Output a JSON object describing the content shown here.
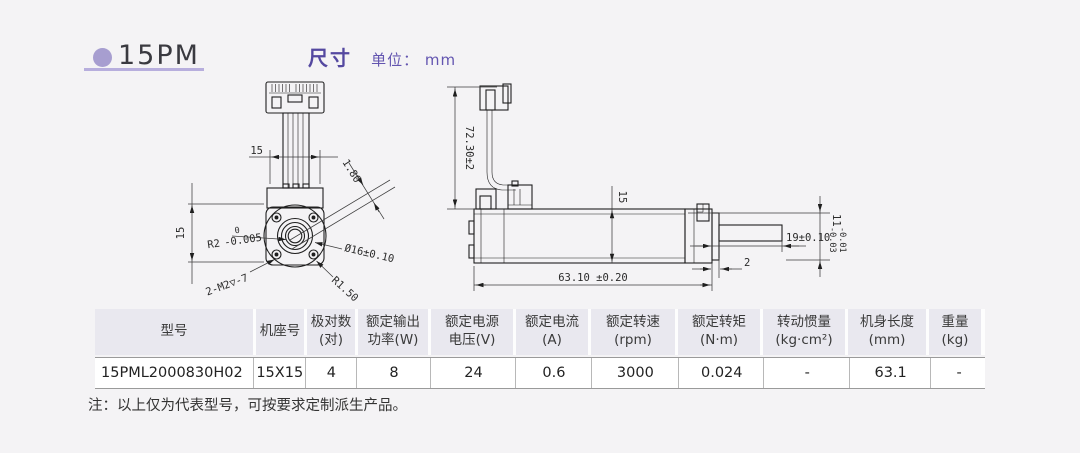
{
  "header": {
    "product_code": "15PM",
    "section_title": "尺寸",
    "unit_label": "单位： mm"
  },
  "front_view": {
    "dim_top_width": "15",
    "dim_left_height": "15",
    "dim_flat": "1.80",
    "pilot_radius": "R2",
    "pilot_radius_tol_upper": "0",
    "pilot_radius_tol_lower": "-0.005",
    "dim_pilot_diameter": "Ø16±0.10",
    "dim_mounting_holes": "2-M2▽-7",
    "dim_corner_radius": "R1.50"
  },
  "side_view": {
    "dim_lead_height": "72.30±2",
    "dim_body_height": "15",
    "dim_body_length": "63.10 ±0.20",
    "dim_shaft_length": "19±0.10",
    "dim_boss_length": "2",
    "boss_diameter": "11",
    "boss_tol_upper": "-0.01",
    "boss_tol_lower": "-0.03"
  },
  "table": {
    "headers": [
      {
        "line1": "型号",
        "line2": ""
      },
      {
        "line1": "机座号",
        "line2": ""
      },
      {
        "line1": "极对数",
        "line2": "(对)"
      },
      {
        "line1": "额定输出",
        "line2": "功率(W)"
      },
      {
        "line1": "额定电源",
        "line2": "电压(V)"
      },
      {
        "line1": "额定电流",
        "line2": "(A)"
      },
      {
        "line1": "额定转速",
        "line2": "(rpm)"
      },
      {
        "line1": "额定转矩",
        "line2": "(N·m)"
      },
      {
        "line1": "转动惯量",
        "line2": "(kg·cm²)"
      },
      {
        "line1": "机身长度",
        "line2": "(mm)"
      },
      {
        "line1": "重量",
        "line2": "(kg)"
      }
    ],
    "row": [
      "15PML2000830H02",
      "15X15",
      "4",
      "8",
      "24",
      "0.6",
      "3000",
      "0.024",
      "-",
      "63.1",
      "-"
    ]
  },
  "note": "注：以上仅为代表型号，可按要求定制派生产品。",
  "colors": {
    "accent": "#5448a0",
    "accent_light": "#a79ed0",
    "header_bg": "#e9e8ef",
    "page_bg": "#f4f3f5"
  }
}
